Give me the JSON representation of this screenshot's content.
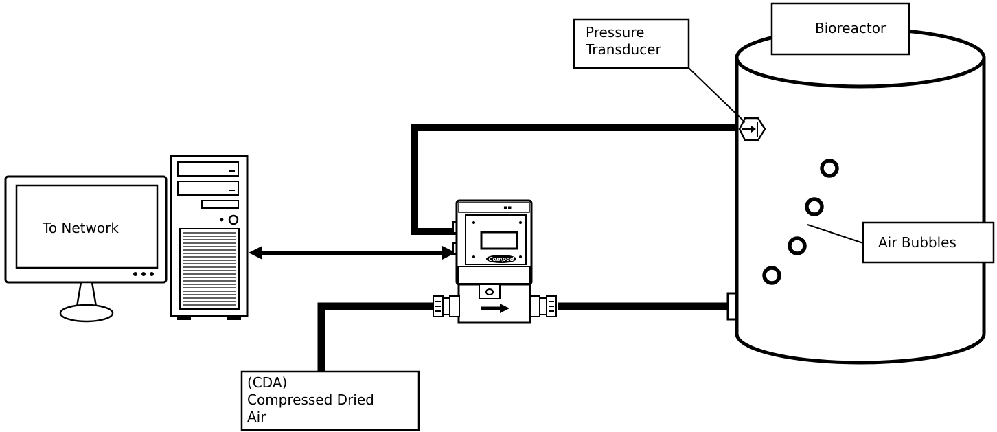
{
  "labels": {
    "network": "To Network",
    "bioreactor": "Bioreactor",
    "transducer_line1": "Pressure",
    "transducer_line2": "Transducer",
    "bubbles": "Air Bubbles",
    "cda_line1": "(CDA)",
    "cda_line2": "Compressed Dried",
    "cda_line3": "Air"
  },
  "device_logo": "Compod",
  "colors": {
    "line": "#000000",
    "background": "#ffffff"
  }
}
